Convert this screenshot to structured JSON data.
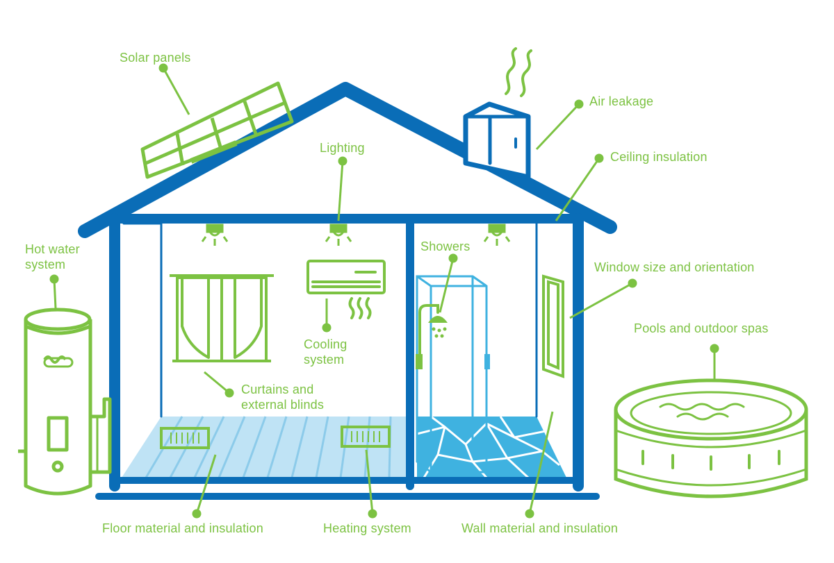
{
  "colors": {
    "house_blue": "#0a6db7",
    "light_blue": "#8ccbea",
    "floor_blue": "#bfe3f5",
    "shower_blue": "#3fb2e0",
    "green": "#7cc242",
    "background": "#ffffff"
  },
  "labels": {
    "solar_panels": "Solar panels",
    "air_leakage": "Air leakage",
    "lighting": "Lighting",
    "ceiling_insulation": "Ceiling insulation",
    "hot_water_line1": "Hot water",
    "hot_water_line2": "system",
    "showers": "Showers",
    "window": "Window size and orientation",
    "pools": "Pools and outdoor spas",
    "cooling_line1": "Cooling",
    "cooling_line2": "system",
    "curtains_line1": "Curtains and",
    "curtains_line2": "external blinds",
    "floor": "Floor material and insulation",
    "heating": "Heating system",
    "wall": "Wall material and insulation"
  }
}
